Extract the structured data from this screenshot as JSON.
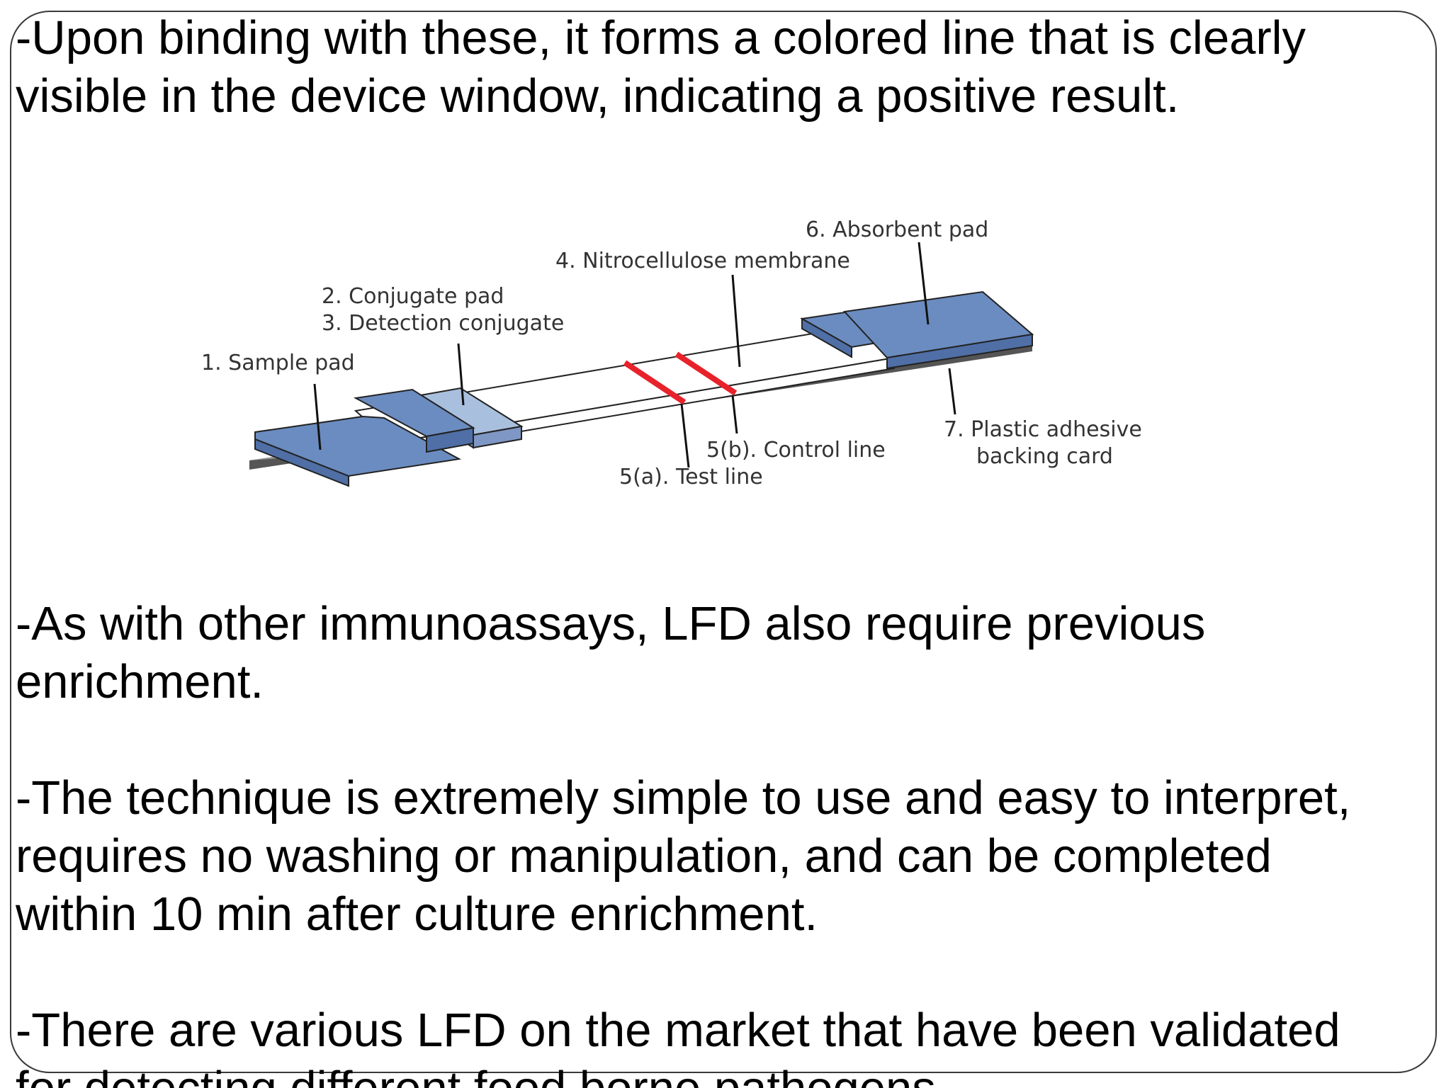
{
  "slide": {
    "paragraphs": [
      {
        "lines": [
          "-Upon binding with these, it forms a colored line that is clearly",
          "visible in the device window, indicating a positive result."
        ]
      },
      {
        "lines": [
          "-As with other immunoassays, LFD also require previous",
          "enrichment."
        ]
      },
      {
        "lines": [
          "-The technique is extremely simple to use and easy to interpret,",
          "requires no washing or manipulation, and can be completed",
          "within 10 min after culture enrichment."
        ]
      },
      {
        "lines": [
          "-There are various LFD on the market that have been validated",
          "for detecting different food borne pathogens."
        ]
      }
    ]
  },
  "diagram": {
    "labels": {
      "sample_pad": "1. Sample pad",
      "conjugate_pad": "2. Conjugate pad",
      "detection_conjugate": "3. Detection conjugate",
      "membrane": "4. Nitrocellulose membrane",
      "test_line": "5(a). Test line",
      "control_line": "5(b). Control line",
      "absorbent_pad": "6. Absorbent pad",
      "backing_line1": "7. Plastic adhesive",
      "backing_line2": "backing card"
    },
    "colors": {
      "pad": "#6b8cc0",
      "pad_light": "#a9bfde",
      "lines": "#e8222a"
    }
  }
}
